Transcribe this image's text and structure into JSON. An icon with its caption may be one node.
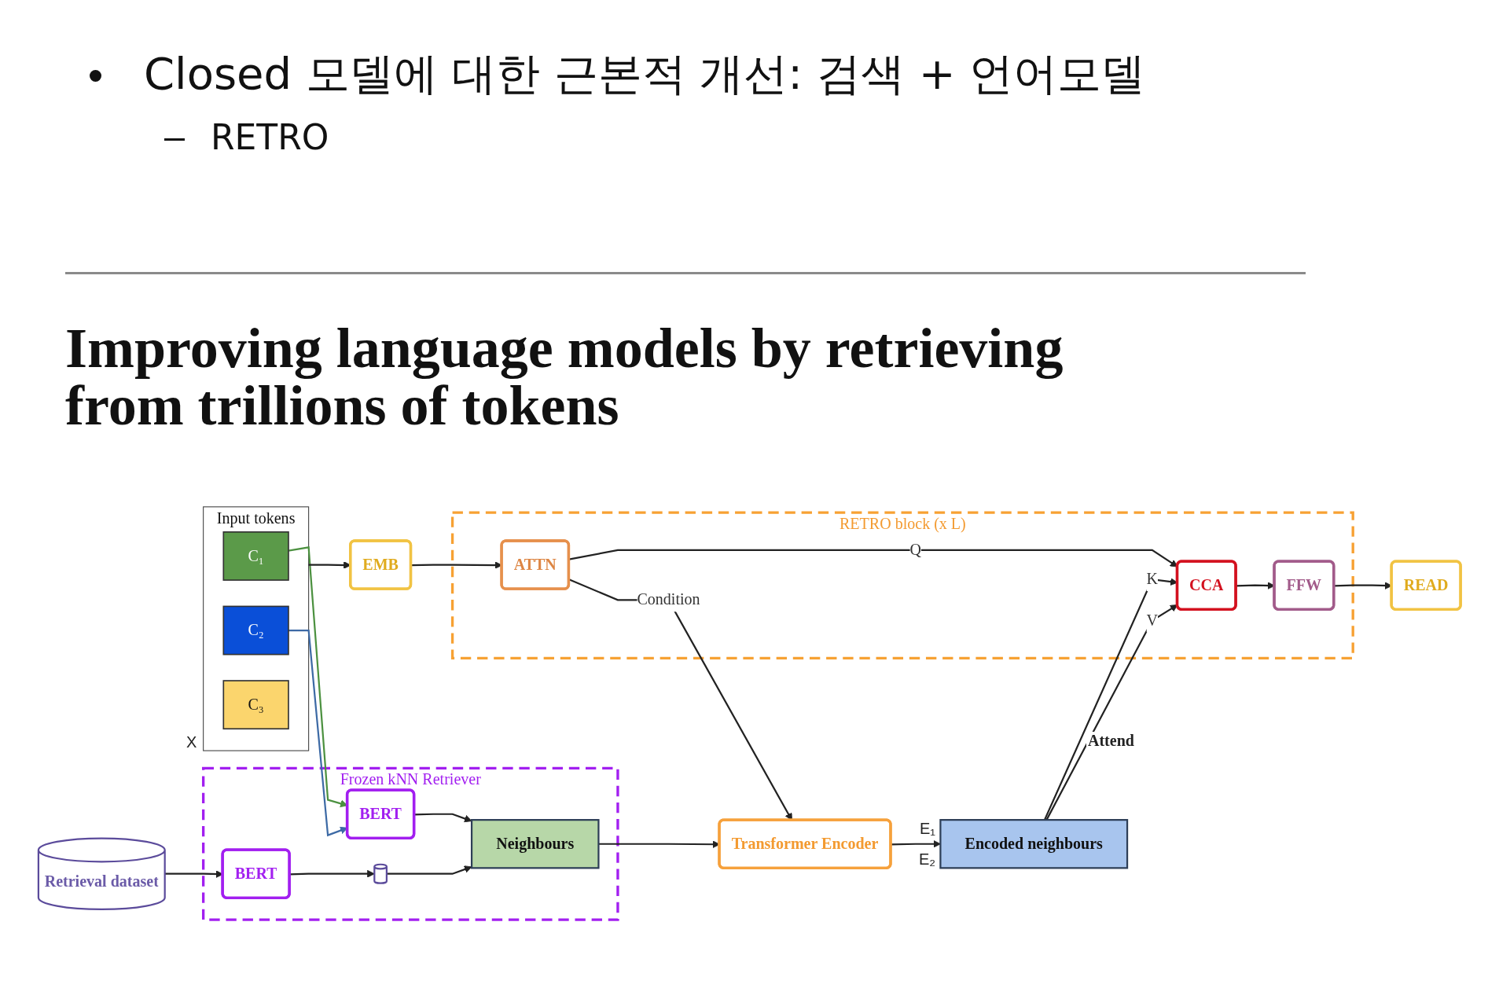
{
  "diagram": {
    "title": "Closed 모델에 대한 근본적 개선: 검색 + 언어모델",
    "nodes": [
      {
        "text": [
          "Retrieval dataset"
        ]
      },
      {
        "text": [
          "Frozen kNN Retriever"
        ]
      },
      {
        "text": [
          "BERT"
        ],
        "in": 1
      },
      {
        "text": [],
        "shape": "cylinder",
        "in": 1
      },
      {
        "text": [
          "BERT"
        ],
        "in": 1
      },
      {
        "text": [
          "Neighbours"
        ],
        "in": 1
      },
      {
        "text": [
          "Transformer Encoder"
        ]
      },
      {
        "text": [
          "Encoded neighbours"
        ],
        "beside": [
          "E₁",
          "E₂"
        ]
      },
      {
        "text": [
          "Input tokens"
        ],
        "beside": [
          "X"
        ]
      },
      {
        "text": [
          "C₁"
        ],
        "in": 8
      },
      {
        "text": [
          "C₂"
        ],
        "in": 8
      },
      {
        "text": [
          "C₃"
        ],
        "in": 8
      },
      {
        "text": [
          "EMB"
        ]
      },
      {
        "text": [
          "RETRO block (x L)"
        ]
      },
      {
        "text": [
          "ATTN"
        ],
        "in": 13
      },
      {
        "text": [
          "CCA"
        ],
        "in": 13
      },
      {
        "text": [
          "FFW"
        ],
        "in": 13
      },
      {
        "text": [
          "READ"
        ]
      }
    ],
    "edges": [
      {
        "from": 0,
        "to": 2,
        "arrow": "to"
      },
      {
        "from": 2,
        "to": 3,
        "arrow": "to"
      },
      {
        "from": 3,
        "to": 5,
        "arrow": "to"
      },
      {
        "from": 4,
        "to": 5,
        "arrow": "to"
      },
      {
        "from": 5,
        "to": 6,
        "arrow": "to"
      },
      {
        "from": 6,
        "to": 7,
        "arrow": "to"
      },
      {
        "from": 10,
        "to": 4,
        "arrow": "to",
        "color": "#3d6aa5"
      },
      {
        "from": 9,
        "to": 4,
        "arrow": "to",
        "color": "#4c9140"
      },
      {
        "from": 8,
        "to": 12,
        "arrow": "to"
      },
      {
        "from": 12,
        "to": 14,
        "arrow": "to"
      },
      {
        "from": 14,
        "to": 15,
        "arrow": "to",
        "label": "Q"
      },
      {
        "from": 14,
        "to": 6,
        "arrow": "to",
        "label": "Condition"
      },
      {
        "from": 7,
        "to": 15,
        "arrow": "to",
        "label": "K"
      },
      {
        "from": 7,
        "to": 15,
        "arrow": "to",
        "label": "V"
      },
      {
        "from": 15,
        "to": 16,
        "arrow": "to"
      },
      {
        "from": 16,
        "to": 17,
        "arrow": "to"
      }
    ],
    "labels": [
      "RETRO",
      "Improving language models by retrieving from trillions of tokens",
      "Attend"
    ]
  }
}
